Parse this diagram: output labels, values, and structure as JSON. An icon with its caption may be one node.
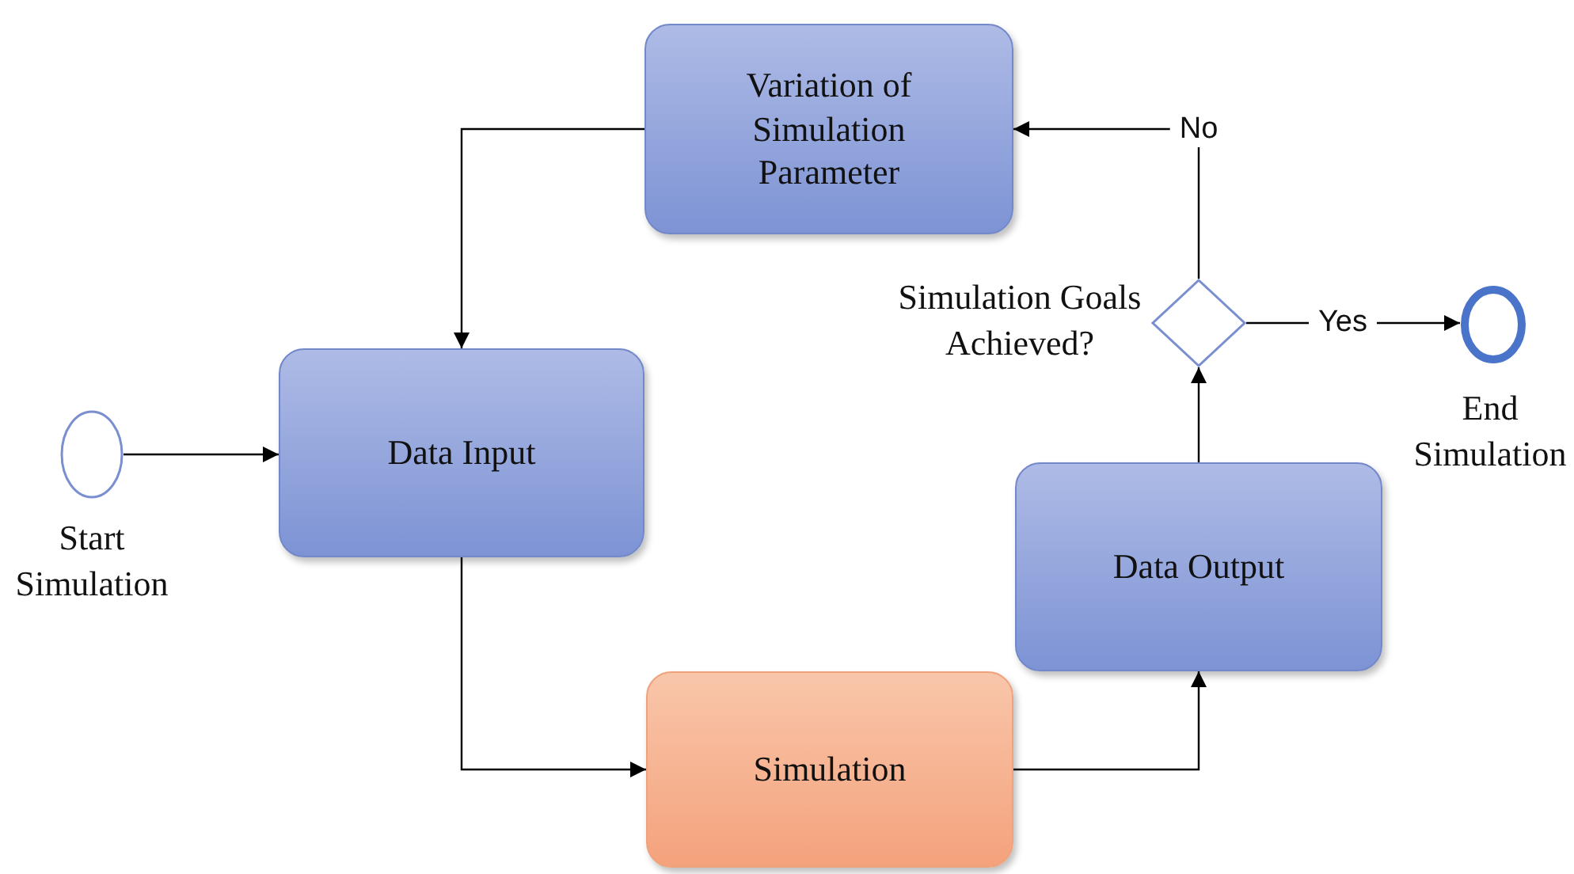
{
  "diagram": {
    "nodes": [
      {
        "text": [],
        "shape": "circle",
        "beside": [
          "Start Simulation"
        ]
      },
      {
        "text": [
          "Variation of Simulation Parameter"
        ]
      },
      {
        "text": [
          "Data Input"
        ]
      },
      {
        "text": [
          "Simulation"
        ]
      },
      {
        "text": [
          "Data Output"
        ]
      },
      {
        "text": [],
        "shape": "diamond",
        "beside": [
          "Simulation Goals Achieved?"
        ]
      },
      {
        "text": [],
        "shape": "circle",
        "beside": [
          "End Simulation"
        ]
      }
    ],
    "edges": [
      {
        "from": 0,
        "to": 2,
        "arrow": "to"
      },
      {
        "from": 2,
        "to": 3,
        "arrow": "to"
      },
      {
        "from": 3,
        "to": 4,
        "arrow": "to"
      },
      {
        "from": 4,
        "to": 5,
        "arrow": "to"
      },
      {
        "from": 5,
        "to": 6,
        "arrow": "to",
        "label": "Yes"
      },
      {
        "from": 5,
        "to": 1,
        "arrow": "to",
        "label": "No"
      },
      {
        "from": 1,
        "to": 2,
        "arrow": "to"
      }
    ]
  }
}
